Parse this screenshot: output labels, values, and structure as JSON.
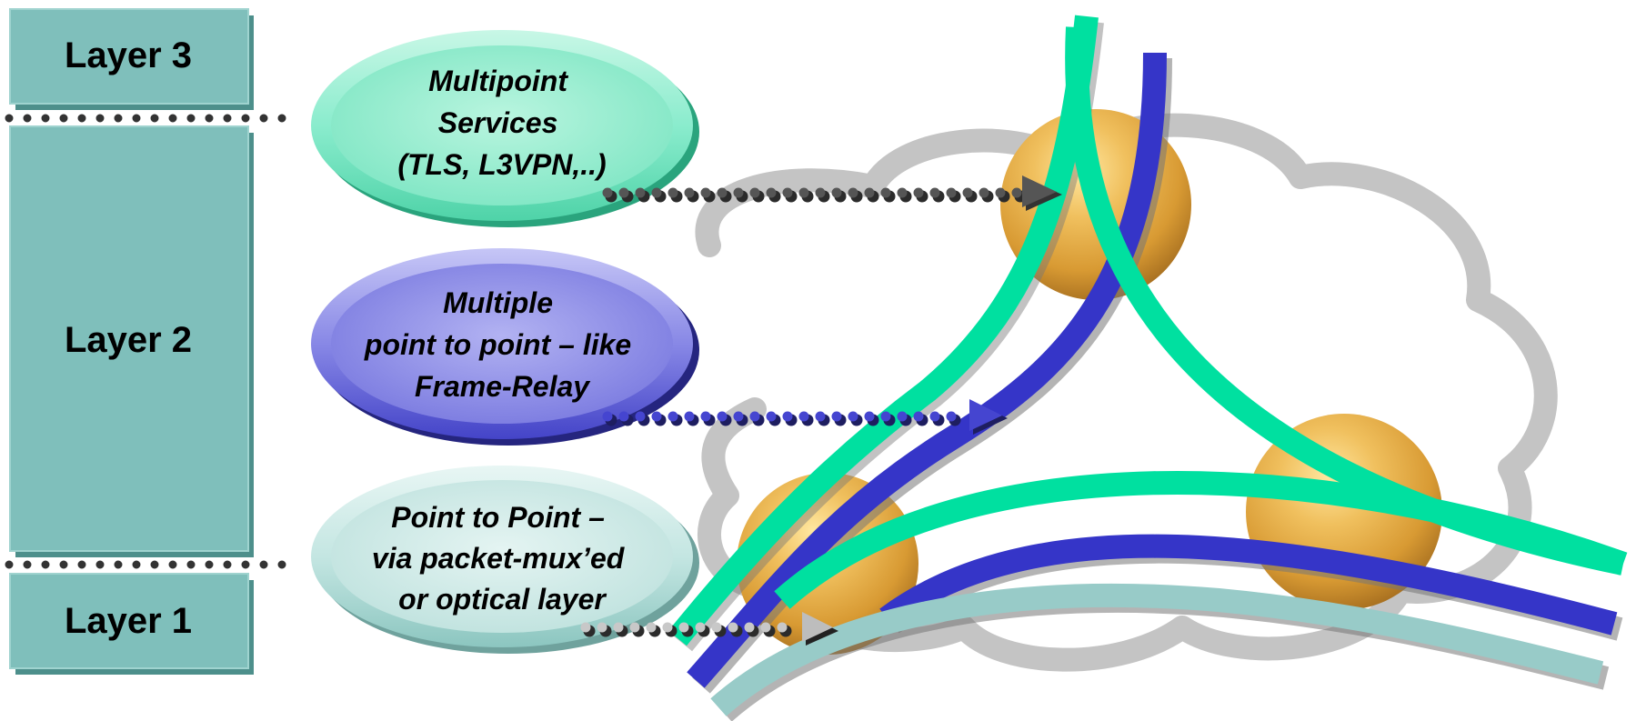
{
  "layers": [
    {
      "id": "layer3",
      "label": "Layer 3"
    },
    {
      "id": "layer2",
      "label": "Layer 2"
    },
    {
      "id": "layer1",
      "label": "Layer 1"
    }
  ],
  "services": [
    {
      "id": "multipoint",
      "lines": [
        "Multipoint",
        "Services",
        "(TLS, L3VPN,..)"
      ],
      "color": "#7de8c4"
    },
    {
      "id": "multiple-p2p",
      "lines": [
        "Multiple",
        "point to point – like",
        "Frame-Relay"
      ],
      "color": "#6b6bdc"
    },
    {
      "id": "p2p",
      "lines": [
        "Point to Point –",
        "via packet-mux’ed",
        "or optical layer"
      ],
      "color": "#b4dcd6"
    }
  ],
  "colors": {
    "layer_box": "#7fbfbb",
    "teal_green": "#00e0a0",
    "blue": "#3535c8",
    "light_teal": "#98cbc8",
    "cloud": "#c8c8c8",
    "sphere": "#e2a944"
  }
}
